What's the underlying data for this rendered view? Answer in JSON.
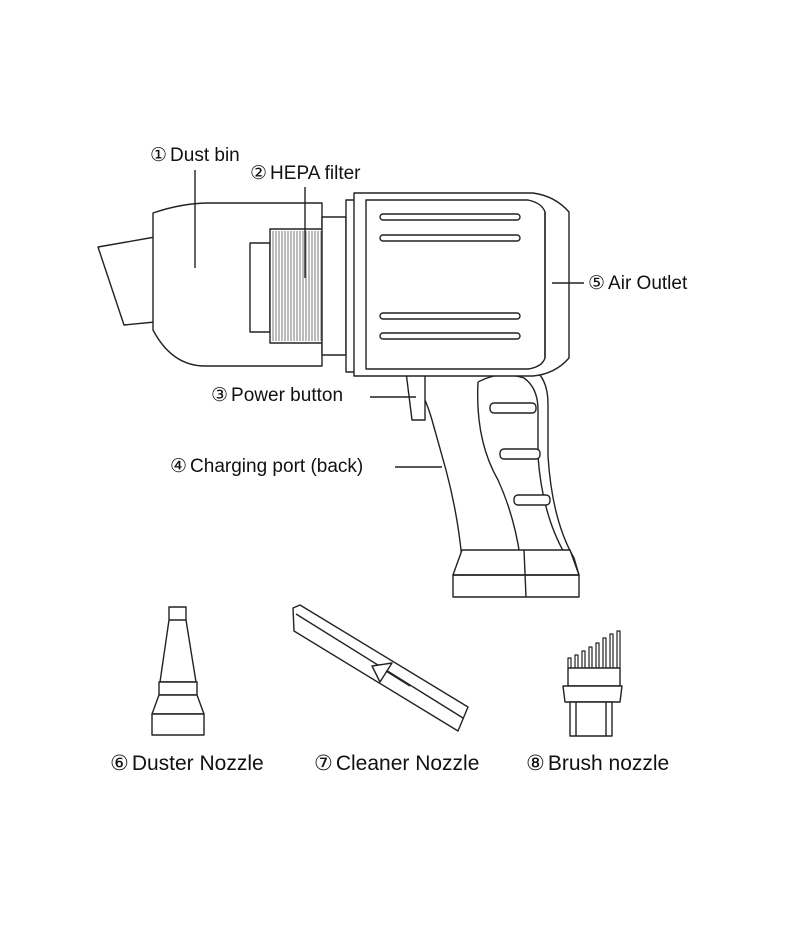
{
  "callouts": [
    {
      "num": "①",
      "text": "Dust bin"
    },
    {
      "num": "②",
      "text": "HEPA filter"
    },
    {
      "num": "③",
      "text": "Power button"
    },
    {
      "num": "④",
      "text": "Charging port (back)"
    },
    {
      "num": "⑤",
      "text": "Air Outlet"
    }
  ],
  "accessories": [
    {
      "num": "⑥",
      "text": "Duster Nozzle"
    },
    {
      "num": "⑦",
      "text": "Cleaner Nozzle"
    },
    {
      "num": "⑧",
      "text": "Brush nozzle"
    }
  ],
  "colors": {
    "stroke": "#222222",
    "fill": "#ffffff",
    "filter": "#9a9a9a"
  }
}
